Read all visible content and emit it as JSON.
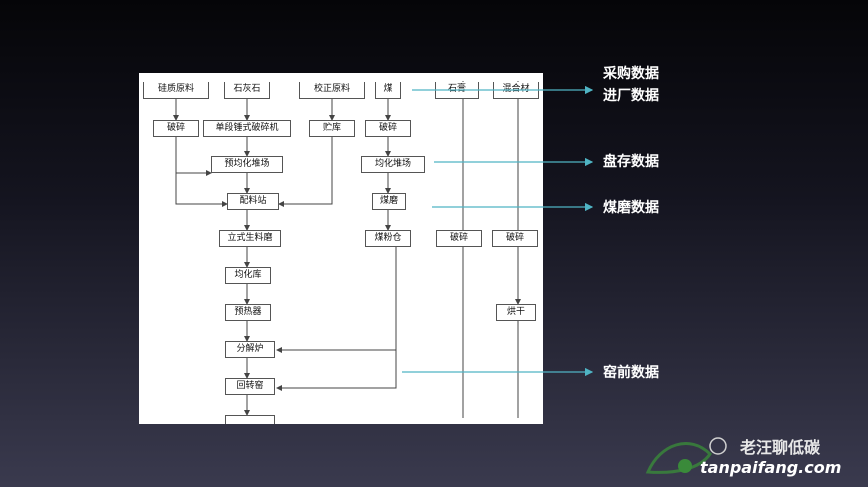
{
  "flowchart": {
    "nodes": {
      "siliceous_raw": "硅质原料",
      "limestone": "石灰石",
      "correction_raw": "校正原料",
      "coal": "煤",
      "gypsum": "石膏",
      "admixture": "混合材",
      "crush_1": "破碎",
      "single_hammer_crusher": "单段锤式破碎机",
      "storage": "贮库",
      "crush_coal": "破碎",
      "pre_homogenization_yard": "预均化堆场",
      "homogenization_yard_coal": "均化堆场",
      "batching_station": "配料站",
      "coal_mill": "煤磨",
      "vertical_raw_mill": "立式生料磨",
      "coal_powder_bin": "煤粉仓",
      "crush_gypsum": "破碎",
      "crush_admixture": "破碎",
      "homogenization_silo": "均化库",
      "preheater": "预热器",
      "drying": "烘干",
      "calciner": "分解炉",
      "rotary_kiln": "回转窑"
    }
  },
  "labels": {
    "purchase_line1": "采购数据",
    "purchase_line2": "进厂数据",
    "inventory": "盘存数据",
    "coal_mill_data": "煤磨数据",
    "kiln_front_data": "窑前数据"
  },
  "watermark": {
    "title": "老汪聊低碳",
    "url": "tanpaifang.com"
  },
  "colors": {
    "annotation_arrow": "#4fb4c4",
    "flow_line": "#444444"
  }
}
